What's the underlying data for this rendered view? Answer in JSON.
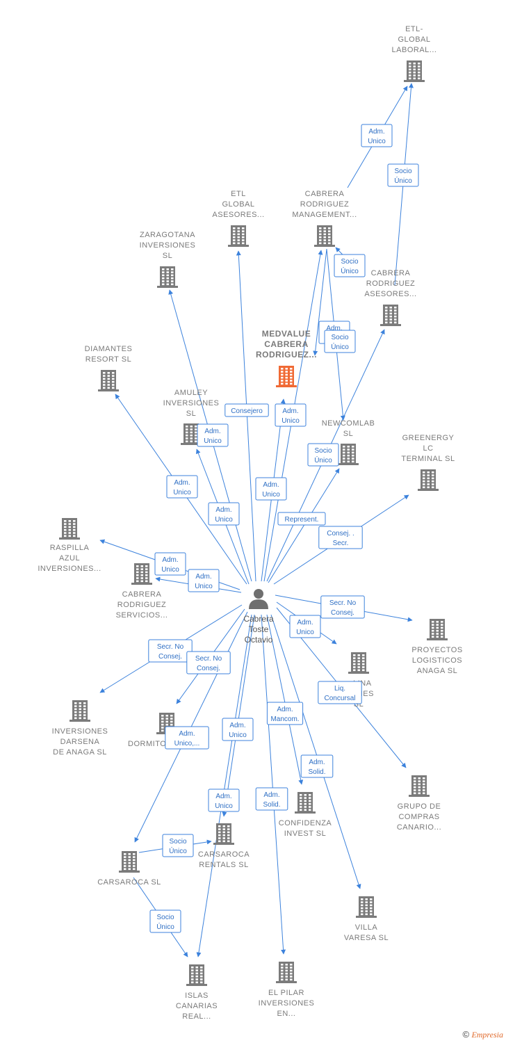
{
  "colors": {
    "edge": "#3c82dc",
    "building": "#7b7b7b",
    "highlight": "#f06a35",
    "person": "#6f6f6f"
  },
  "center": {
    "id": "person",
    "label": [
      "Cabrera",
      "Toste",
      "Octavio"
    ]
  },
  "nodes": [
    {
      "id": "etl_laboral",
      "label": [
        "ETL-",
        "GLOBAL",
        "LABORAL..."
      ]
    },
    {
      "id": "etl_asesores",
      "label": [
        "ETL",
        "GLOBAL",
        "ASESORES..."
      ]
    },
    {
      "id": "cr_management",
      "label": [
        "CABRERA",
        "RODRIGUEZ",
        "MANAGEMENT..."
      ]
    },
    {
      "id": "zaragotana",
      "label": [
        "ZARAGOTANA",
        "INVERSIONES",
        "SL"
      ]
    },
    {
      "id": "cr_asesores",
      "label": [
        "CABRERA",
        "RODRIGUEZ",
        "ASESORES..."
      ]
    },
    {
      "id": "medvalue",
      "label": [
        "MEDVALUE",
        "CABRERA",
        "RODRIGUEZ..."
      ],
      "highlight": true
    },
    {
      "id": "diamantes",
      "label": [
        "DIAMANTES",
        "RESORT  SL"
      ]
    },
    {
      "id": "amuley",
      "label": [
        "AMULEY",
        "INVERSIONES",
        "SL"
      ]
    },
    {
      "id": "newcomlab",
      "label": [
        "NEWCOMLAB",
        "SL"
      ]
    },
    {
      "id": "greenergy",
      "label": [
        "GREENERGY",
        "LC",
        "TERMINAL  SL"
      ]
    },
    {
      "id": "raspilla",
      "label": [
        "RASPILLA",
        "AZUL",
        "INVERSIONES..."
      ]
    },
    {
      "id": "cr_servicios",
      "label": [
        "CABRERA",
        "RODRIGUEZ",
        "SERVICIOS..."
      ]
    },
    {
      "id": "proyectos",
      "label": [
        "PROYECTOS",
        "LOGISTICOS",
        "ANAGA SL"
      ]
    },
    {
      "id": "molina",
      "label": [
        "...LINA",
        "...ONES",
        "SL"
      ]
    },
    {
      "id": "darsena",
      "label": [
        "INVERSIONES",
        "DARSENA",
        "DE ANAGA SL"
      ]
    },
    {
      "id": "dormito",
      "label": [
        "DORMITO..."
      ]
    },
    {
      "id": "grupo",
      "label": [
        "GRUPO DE",
        "COMPRAS",
        "CANARIO..."
      ]
    },
    {
      "id": "confidenza",
      "label": [
        "CONFIDENZA",
        "INVEST  SL"
      ]
    },
    {
      "id": "carsaroca_rentals",
      "label": [
        "CARSAROCA",
        "RENTALS  SL"
      ]
    },
    {
      "id": "carsaroca",
      "label": [
        "CARSAROCA SL"
      ]
    },
    {
      "id": "villa",
      "label": [
        "VILLA",
        "VARESA SL"
      ]
    },
    {
      "id": "islas",
      "label": [
        "ISLAS",
        "CANARIAS",
        "REAL..."
      ]
    },
    {
      "id": "elpilar",
      "label": [
        "EL PILAR",
        "INVERSIONES",
        "EN..."
      ]
    }
  ],
  "edges": [
    {
      "from": "cr_management",
      "to": "etl_laboral",
      "label": [
        "Adm.",
        "Unico"
      ]
    },
    {
      "from": "cr_asesores",
      "to": "etl_laboral",
      "label": [
        "Socio",
        "Único"
      ]
    },
    {
      "from": "cr_asesores",
      "to": "cr_management",
      "label": [
        "Socio",
        "Único"
      ]
    },
    {
      "from": "cr_management",
      "to": "medvalue",
      "label": [
        "Adm.",
        "M..."
      ]
    },
    {
      "from": "cr_management",
      "to": "newcomlab",
      "label": [
        "Socio",
        "Único"
      ]
    },
    {
      "from": "person",
      "to": "etl_asesores",
      "label": [
        "Consejero"
      ]
    },
    {
      "from": "person",
      "to": "zaragotana",
      "label": [
        "Adm.",
        "Unico"
      ]
    },
    {
      "from": "person",
      "to": "medvalue",
      "label": [
        "Adm.",
        "Unico"
      ]
    },
    {
      "from": "person",
      "to": "cr_management",
      "label": [
        "Adm.",
        "Unico"
      ]
    },
    {
      "from": "person",
      "to": "diamantes",
      "label": [
        "Adm.",
        "Unico"
      ]
    },
    {
      "from": "person",
      "to": "amuley",
      "label": [
        "Adm.",
        "Unico"
      ]
    },
    {
      "from": "person",
      "to": "cr_asesores",
      "label": [
        "Socio",
        "Único"
      ]
    },
    {
      "from": "person",
      "to": "newcomlab",
      "label": [
        "Represent."
      ]
    },
    {
      "from": "person",
      "to": "greenergy",
      "label": [
        "Consej. .",
        "Secr."
      ]
    },
    {
      "from": "person",
      "to": "raspilla",
      "label": [
        "Adm.",
        "Unico"
      ]
    },
    {
      "from": "person",
      "to": "cr_servicios",
      "label": [
        "Adm.",
        "Unico"
      ]
    },
    {
      "from": "person",
      "to": "proyectos",
      "label": [
        "Secr.  No",
        "Consej."
      ]
    },
    {
      "from": "person",
      "to": "molina",
      "label": [
        "Adm.",
        "Unico"
      ]
    },
    {
      "from": "person",
      "to": "grupo",
      "label": [
        "Liq.",
        "Concursal"
      ]
    },
    {
      "from": "person",
      "to": "darsena",
      "label": [
        "Secr.  No",
        "Consej."
      ]
    },
    {
      "from": "person",
      "to": "dormito",
      "label": [
        "Secr.  No",
        "Consej."
      ]
    },
    {
      "from": "person",
      "to": "carsaroca",
      "label": [
        "Adm.",
        "Unico,..."
      ]
    },
    {
      "from": "person",
      "to": "carsaroca_rentals",
      "label": [
        "Adm.",
        "Unico"
      ]
    },
    {
      "from": "person",
      "to": "islas",
      "label": [
        "Adm.",
        "Unico"
      ]
    },
    {
      "from": "person",
      "to": "confidenza",
      "label": [
        "Adm.",
        "Mancom."
      ]
    },
    {
      "from": "person",
      "to": "villa",
      "label": [
        "Adm.",
        "Solid."
      ]
    },
    {
      "from": "person",
      "to": "elpilar",
      "label": [
        "Adm.",
        "Solid."
      ]
    },
    {
      "from": "carsaroca",
      "to": "carsaroca_rentals",
      "label": [
        "Socio",
        "Único"
      ]
    },
    {
      "from": "carsaroca",
      "to": "islas",
      "label": [
        "Socio",
        "Único"
      ]
    }
  ],
  "footer": {
    "copyright": "©",
    "brand": "Empresia"
  }
}
